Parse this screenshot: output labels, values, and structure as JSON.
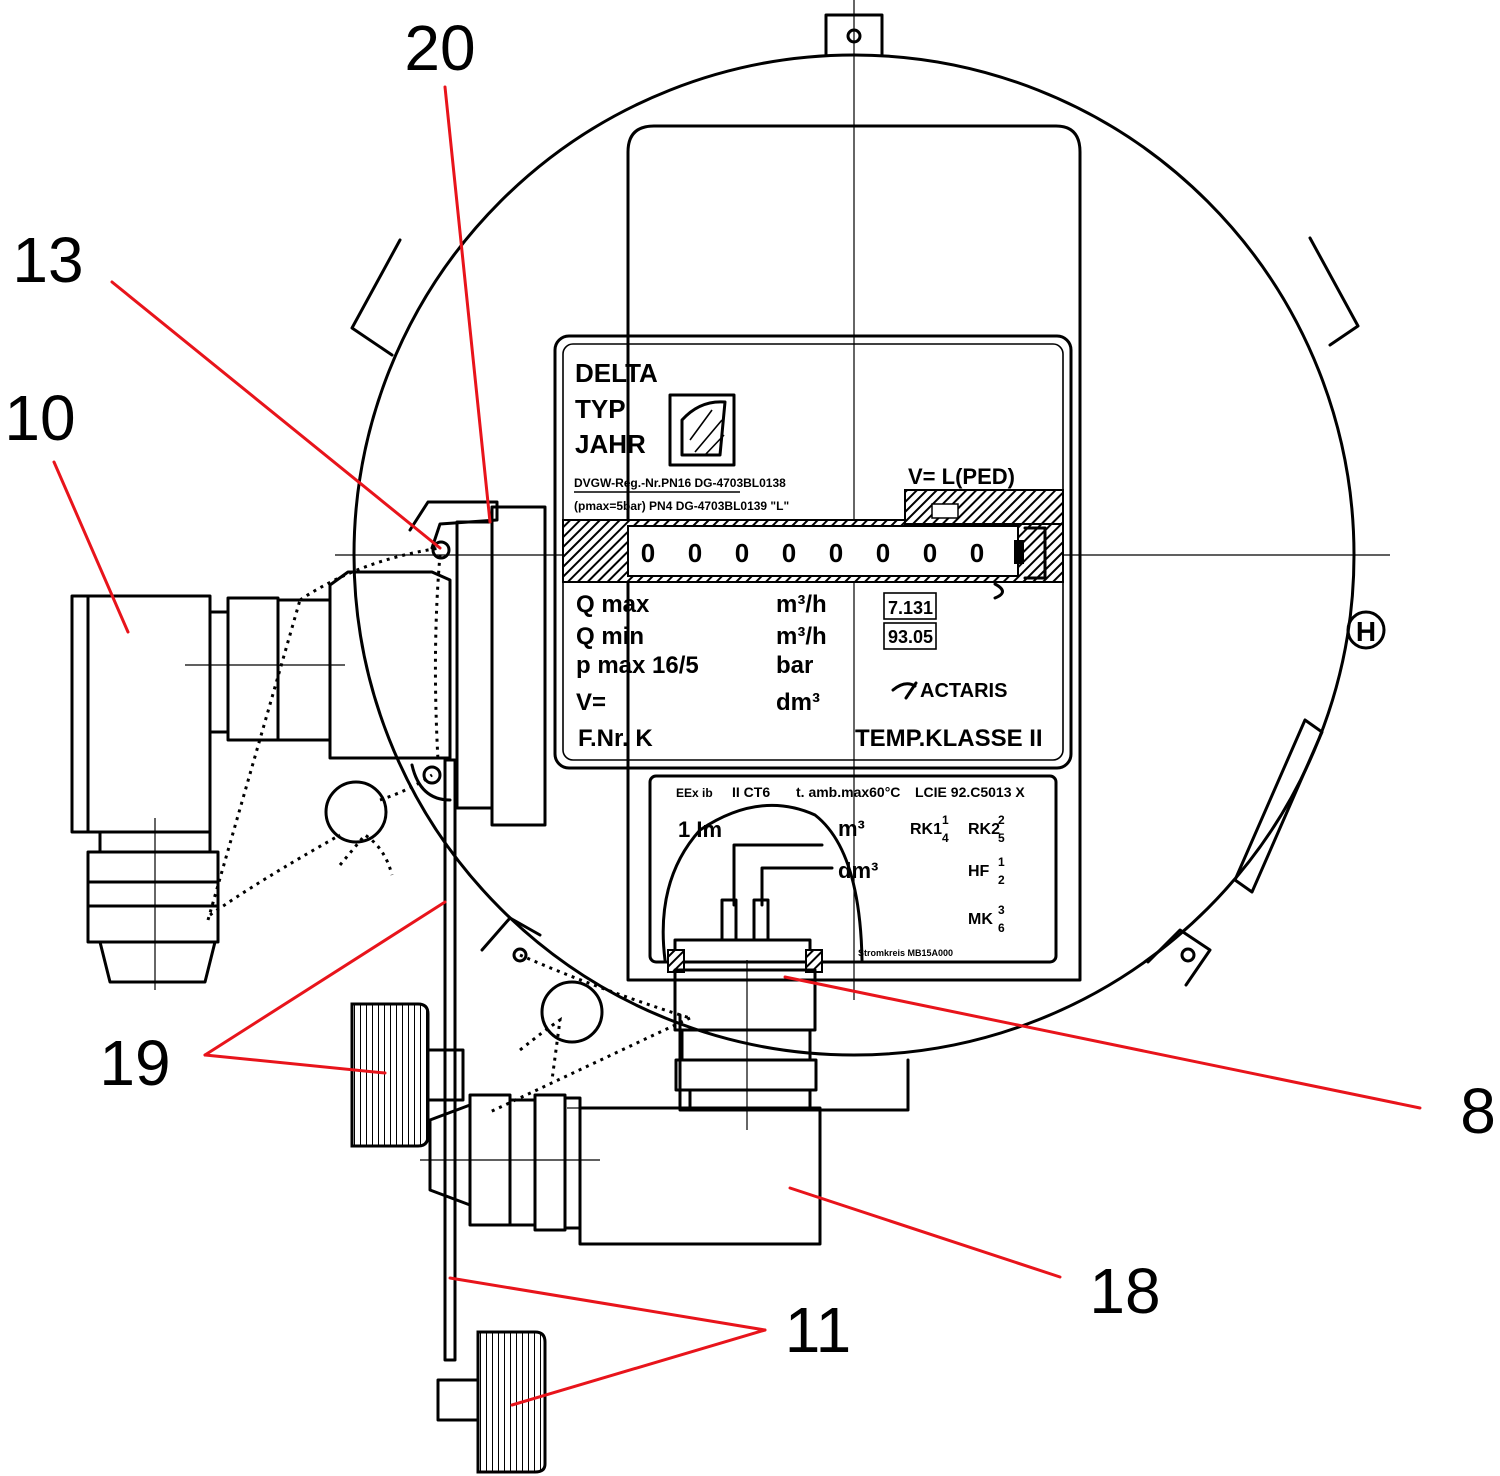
{
  "callouts": {
    "c20": "20",
    "c13": "13",
    "c10": "10",
    "c19": "19",
    "c8": "8",
    "c18": "18",
    "c11": "11"
  },
  "plate": {
    "brand": "DELTA",
    "typ": "TYP",
    "jahr": "JAHR",
    "reg1": "DVGW-Reg.-Nr.PN16 DG-4703BL0138",
    "reg2": "(pmax=5bar) PN4 DG-4703BL0139 \"L\"",
    "v_ped": "V=    L(PED)",
    "digits": [
      "0",
      "0",
      "0",
      "0",
      "0",
      "0",
      "0",
      "0"
    ],
    "qmax_label": "Q max",
    "qmax_unit": "m³/h",
    "qmax_value": "7.131",
    "qmin_label": "Q min",
    "qmin_unit": "m³/h",
    "qmin_value": "93.05",
    "pmax_label": "p max 16/5",
    "pmax_unit": "bar",
    "v_label": "V=",
    "v_unit": "dm³",
    "actaris": "ACTARIS",
    "fnr": "F.Nr. K",
    "temp": "TEMP.KLASSE II"
  },
  "subplate": {
    "eexib": "EEx ib",
    "ii_c": "II CT6",
    "tamb": "t. amb.max60°C",
    "lcie": "LCIE 92.C5013 X",
    "imp": "1 Im",
    "m3": "m³",
    "dm3": "dm³",
    "rk1": "RK1",
    "rk1_pins": [
      "1",
      "4"
    ],
    "rk2": "RK2",
    "rk2_pins": [
      "2",
      "5"
    ],
    "hf": "HF",
    "hf_pins": [
      "1",
      "2"
    ],
    "mk": "MK",
    "mk_pins": [
      "3",
      "6"
    ],
    "serial": "Stromkreis MB15A000"
  },
  "marks": {
    "h_symbol": "H"
  }
}
